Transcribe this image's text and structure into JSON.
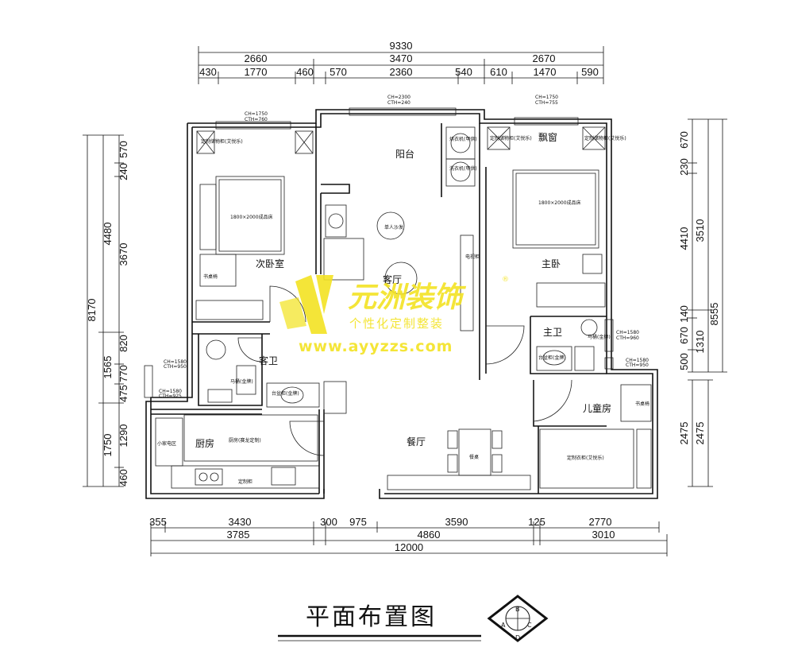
{
  "dimensions": {
    "top_total": "9330",
    "top_mid": [
      "2660",
      "3470",
      "2670"
    ],
    "top_fine": [
      "430",
      "1770",
      "460",
      "570",
      "2360",
      "540",
      "610",
      "1470",
      "590"
    ],
    "bottom_fine": [
      "355",
      "3430",
      "300",
      "975",
      "3590",
      "125",
      "2770"
    ],
    "bottom_mid": [
      "3785",
      "4860",
      "3010"
    ],
    "bottom_total": "12000",
    "left_total": "8170",
    "left_mid": [
      "4480",
      "1565",
      "1750"
    ],
    "left_fine": [
      "570",
      "240",
      "3670",
      "820",
      "770",
      "475",
      "1290",
      "460"
    ],
    "right_total": "8555",
    "right_mid": [
      "3510",
      "1310",
      "2475"
    ],
    "right_mid2": [
      "670",
      "230",
      "4410",
      "140",
      "670",
      "500",
      "2475"
    ]
  },
  "rooms": {
    "balcony": "阳台",
    "living": "客厅",
    "master_bed": "主卧",
    "second_bed": "次卧室",
    "guest_bath": "客卫",
    "master_bath": "主卫",
    "kids_room": "儿童房",
    "kitchen": "厨房",
    "dining": "餐厅",
    "bay_window": "飘窗"
  },
  "labels": {
    "bed_second": "1800×2000成品床",
    "bed_master": "1800×2000成品床",
    "wardrobe_top": "定制储物柜(艾悦乐)",
    "desk": "书桌椅",
    "single_sofa": "单人沙发",
    "tv_cabinet": "电视柜",
    "washer": "洗衣机(甲供)",
    "dryer": "烘衣机(甲供)",
    "kitchen_custom": "厨房(赛龙定制)",
    "small_appliance": "小家电区",
    "dining_table": "餐桌",
    "toilet": "马桶(金牌)",
    "basin": "台盆柜(金牌)",
    "kids_wardrobe": "定制衣柜(艾悦乐)",
    "custom_cabinet": "定制柜",
    "window_ch_1": "CH=1750",
    "window_cth_1": "CTH=760",
    "window_ch_2": "CH=2300",
    "window_cth_2": "CTH=240",
    "window_ch_3": "CH=1750",
    "window_cth_3": "CTH=755",
    "window_ch_4": "CH=1580",
    "window_cth_4": "CTH=960",
    "window_ch_5": "CH=1580",
    "window_cth_5": "CTH=925",
    "window_ch_6": "CH=1580",
    "window_cth_6": "CTH=950",
    "window_ch_7": "CH=1580",
    "window_cth_7": "CTH=950"
  },
  "watermark": {
    "brand": "元洲装饰",
    "slogan": "个性化定制整装",
    "url": "www.ayyzzs.com",
    "reg": "®"
  },
  "title": "平面布置图",
  "compass": [
    "B",
    "A",
    "C",
    "D"
  ],
  "colors": {
    "line": "#111111",
    "watermark": "#f3e323"
  }
}
